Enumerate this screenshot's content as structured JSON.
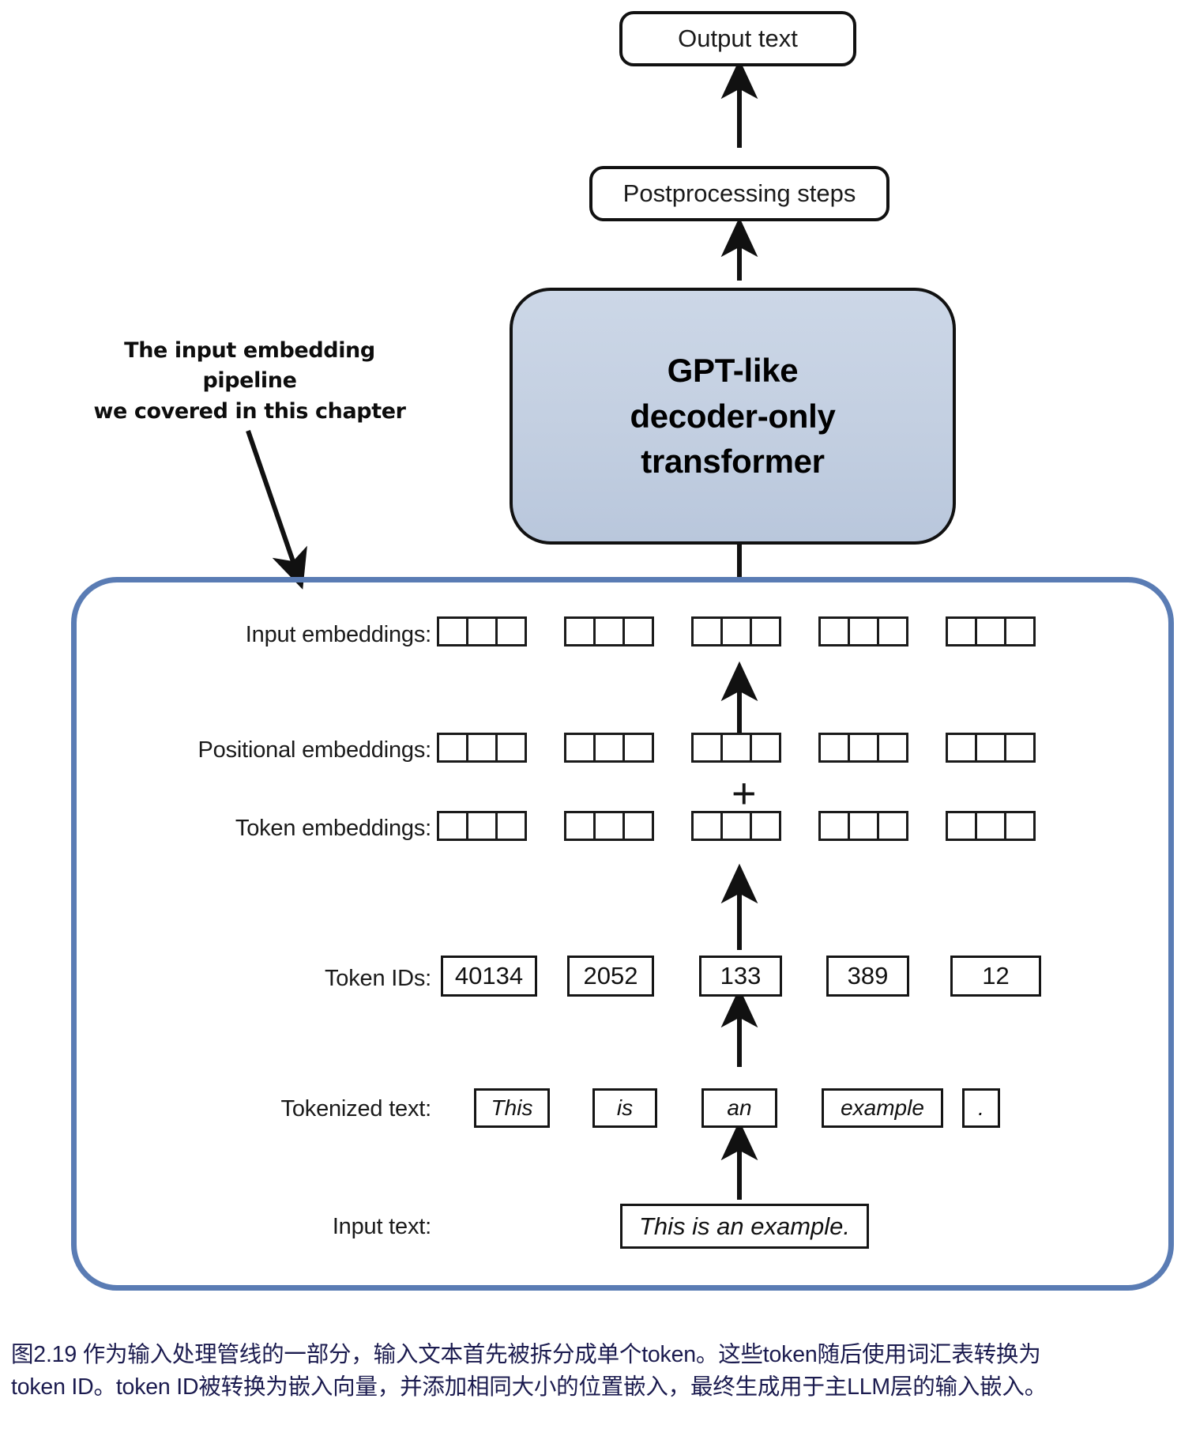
{
  "diagram": {
    "top_flow": {
      "output_text_label": "Output text",
      "postprocessing_label": "Postprocessing steps",
      "transformer_label": "GPT-like\ndecoder-only\ntransformer"
    },
    "annotation": {
      "text": "The input embedding pipeline\nwe covered in this chapter"
    },
    "pipeline": {
      "rows": [
        {
          "id": "input-embeddings",
          "label": "Input embeddings:",
          "kind": "embedding-cells",
          "groups": 5,
          "cells_per_group": 3
        },
        {
          "id": "positional-embeddings",
          "label": "Positional embeddings:",
          "kind": "embedding-cells",
          "groups": 5,
          "cells_per_group": 3
        },
        {
          "id": "token-embeddings",
          "label": "Token embeddings:",
          "kind": "embedding-cells",
          "groups": 5,
          "cells_per_group": 3
        },
        {
          "id": "token-ids",
          "label": "Token IDs:",
          "kind": "value-boxes",
          "values": [
            "40134",
            "2052",
            "133",
            "389",
            "12"
          ]
        },
        {
          "id": "tokenized-text",
          "label": "Tokenized text:",
          "kind": "value-boxes",
          "values": [
            "This",
            "is",
            "an",
            "example",
            "."
          ]
        },
        {
          "id": "input-text",
          "label": "Input text:",
          "kind": "single-box",
          "value": "This is an example."
        }
      ],
      "plus_symbol": "+"
    },
    "caption": {
      "line1": "图2.19 作为输入处理管线的一部分，输入文本首先被拆分成单个token。这些token随后使用词汇表转换为",
      "line2": "token ID。token ID被转换为嵌入向量，并添加相同大小的位置嵌入，最终生成用于主LLM层的输入嵌入。"
    },
    "colors": {
      "transformer_fill": "#c5d0e2",
      "container_border": "#5a7cb4",
      "stroke": "#111111",
      "caption_text": "#1b1b4f"
    }
  }
}
